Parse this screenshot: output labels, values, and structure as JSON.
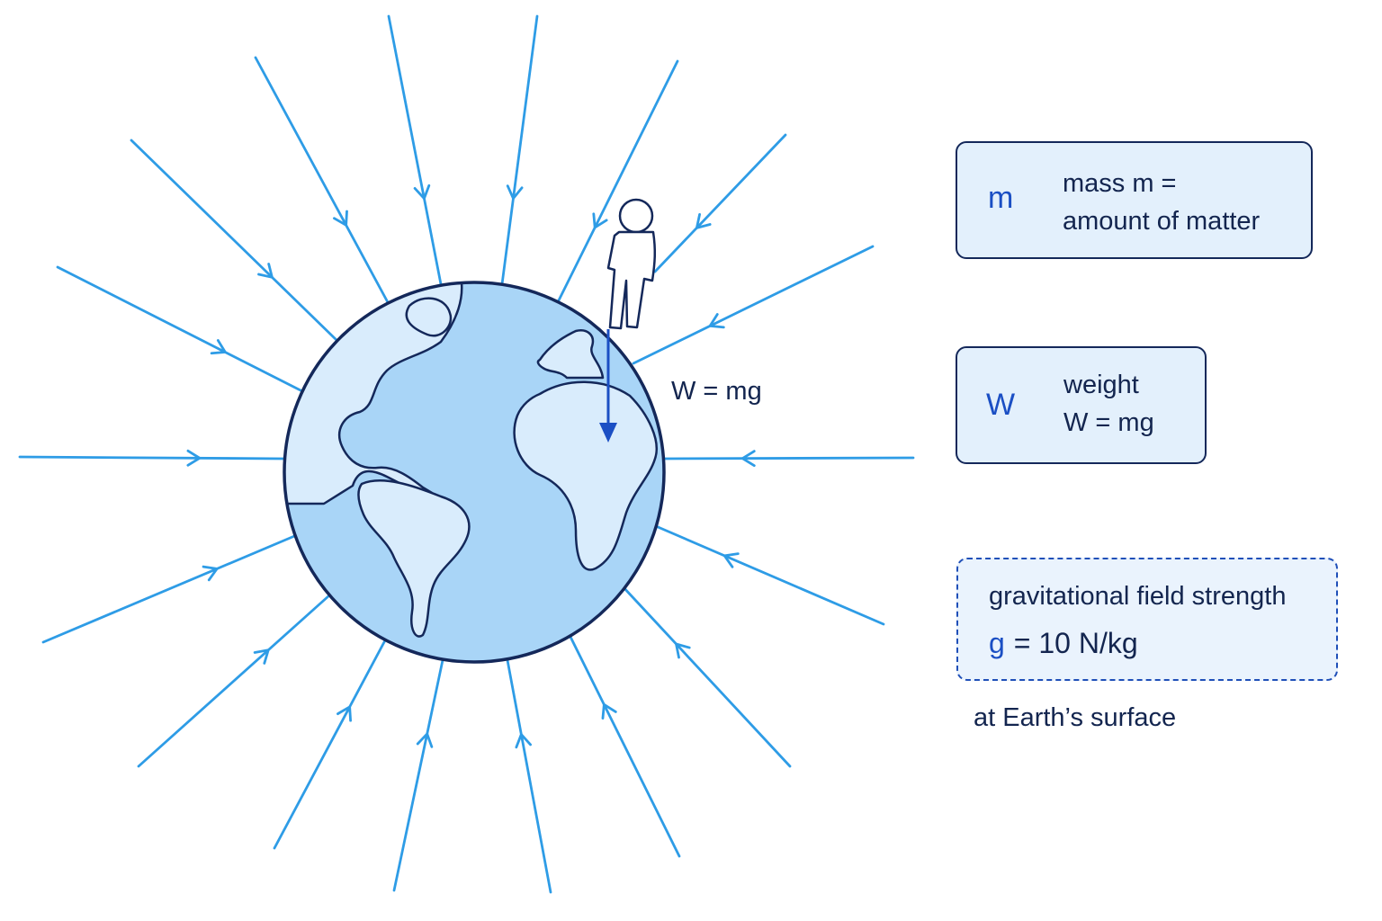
{
  "colors": {
    "field_line": "#2e9ce6",
    "earth_ocean": "#a9d5f7",
    "earth_land": "#d9ecfc",
    "outline": "#14285a",
    "accent": "#1b4fc4"
  },
  "weight_arrow_label": "W = mg",
  "cards": {
    "mass": {
      "symbol": "m",
      "line1": "mass m =",
      "line2": "amount of matter"
    },
    "weight": {
      "symbol": "W",
      "line1": "weight",
      "line2": "W = mg"
    },
    "field_strength": {
      "title": "gravitational field strength",
      "symbol": "g",
      "equation": "= 10 N/kg"
    }
  },
  "surface_note": "at Earth’s surface"
}
